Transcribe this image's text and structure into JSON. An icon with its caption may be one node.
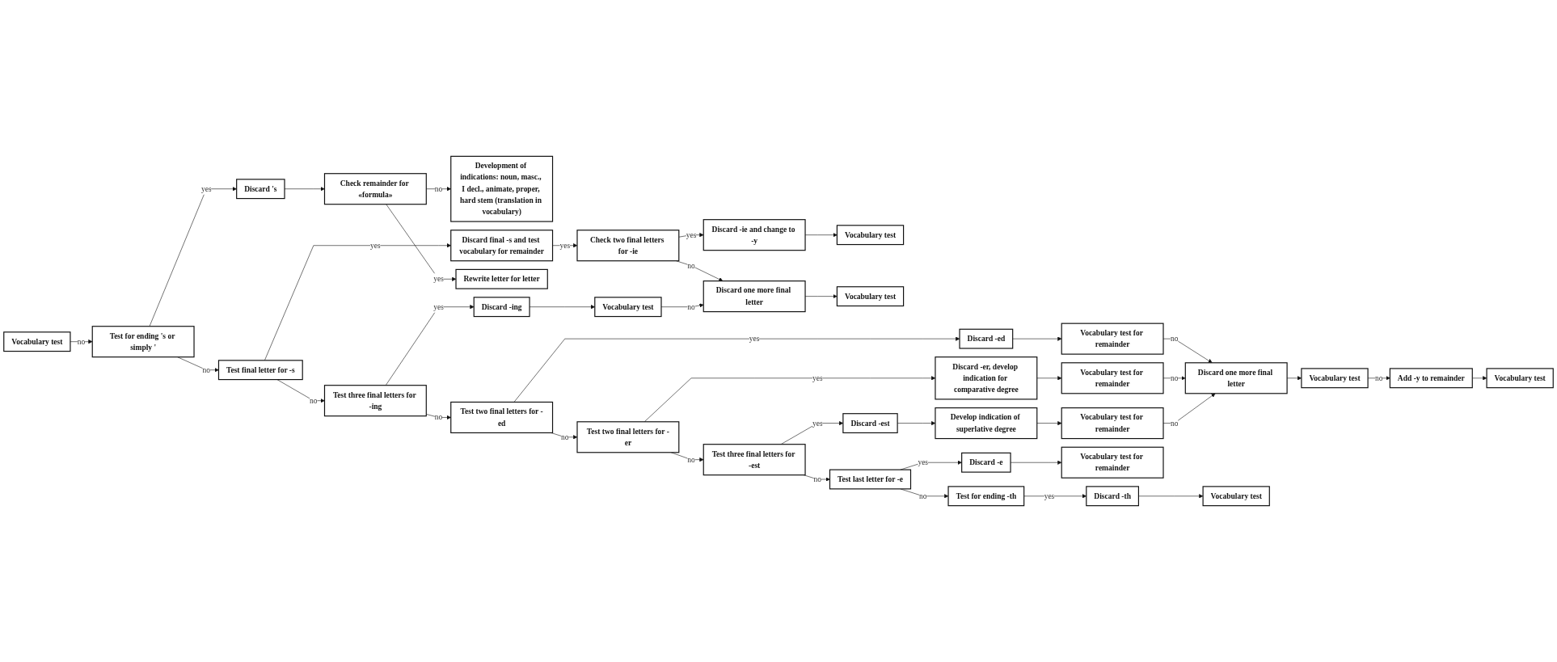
{
  "diagram": {
    "nodes": [
      {
        "text": [
          "Vocabulary test"
        ]
      },
      {
        "text": [
          "Test for ending 's or simply '"
        ]
      },
      {
        "text": [
          "Discard 's"
        ]
      },
      {
        "text": [
          "Check remainder for «formula»"
        ]
      },
      {
        "text": [
          "Development of indications: noun, masc., I decl., animate, proper, hard stem (translation in vocabulary)"
        ]
      },
      {
        "text": [
          "Test final letter for -s"
        ]
      },
      {
        "text": [
          "Discard final -s and test vocabulary for remainder"
        ]
      },
      {
        "text": [
          "Rewrite letter for letter"
        ]
      },
      {
        "text": [
          "Check two final letters for -ie"
        ]
      },
      {
        "text": [
          "Discard -ie and change to -y"
        ]
      },
      {
        "text": [
          "Vocabulary test"
        ]
      },
      {
        "text": [
          "Test three final letters for -ing"
        ]
      },
      {
        "text": [
          "Discard -ing"
        ]
      },
      {
        "text": [
          "Vocabulary test"
        ]
      },
      {
        "text": [
          "Discard one more final letter"
        ]
      },
      {
        "text": [
          "Vocabulary test"
        ]
      },
      {
        "text": [
          "Test two final letters for -ed"
        ]
      },
      {
        "text": [
          "Discard -ed"
        ]
      },
      {
        "text": [
          "Vocabulary test for remainder"
        ]
      },
      {
        "text": [
          "Test two final letters for -er"
        ]
      },
      {
        "text": [
          "Discard -er, develop indication for comparative degree"
        ]
      },
      {
        "text": [
          "Vocabulary test for remainder"
        ]
      },
      {
        "text": [
          "Discard one more final letter"
        ]
      },
      {
        "text": [
          "Vocabulary test"
        ]
      },
      {
        "text": [
          "Add -y to remainder"
        ]
      },
      {
        "text": [
          "Vocabulary test"
        ]
      },
      {
        "text": [
          "Test three final letters for -est"
        ]
      },
      {
        "text": [
          "Discard -est"
        ]
      },
      {
        "text": [
          "Develop indication of superlative degree"
        ]
      },
      {
        "text": [
          "Vocabulary test for remainder"
        ]
      },
      {
        "text": [
          "Test last letter for -e"
        ]
      },
      {
        "text": [
          "Discard -e"
        ]
      },
      {
        "text": [
          "Vocabulary test for remainder"
        ]
      },
      {
        "text": [
          "Test for ending -th"
        ]
      },
      {
        "text": [
          "Discard -th"
        ]
      },
      {
        "text": [
          "Vocabulary test"
        ]
      }
    ],
    "edges": [
      {
        "from": 0,
        "to": 1,
        "arrow": "to",
        "label": "no"
      },
      {
        "from": 1,
        "to": 5,
        "arrow": "to",
        "label": "no"
      },
      {
        "from": 1,
        "to": 2,
        "arrow": "to",
        "label": "yes"
      },
      {
        "from": 2,
        "to": 3,
        "arrow": "to"
      },
      {
        "from": 3,
        "to": 7,
        "arrow": "to",
        "label": "yes"
      },
      {
        "from": 3,
        "to": 4,
        "arrow": "to",
        "label": "no"
      },
      {
        "from": 5,
        "to": 11,
        "arrow": "to",
        "label": "no"
      },
      {
        "from": 5,
        "to": 6,
        "arrow": "to",
        "label": "yes"
      },
      {
        "from": 6,
        "to": 8,
        "arrow": "to",
        "label": "yes"
      },
      {
        "from": 8,
        "to": 14,
        "arrow": "to",
        "label": "no"
      },
      {
        "from": 8,
        "to": 9,
        "arrow": "to",
        "label": "yes"
      },
      {
        "from": 9,
        "to": 10,
        "arrow": "to"
      },
      {
        "from": 11,
        "to": 16,
        "arrow": "to",
        "label": "no"
      },
      {
        "from": 11,
        "to": 12,
        "arrow": "to",
        "label": "yes"
      },
      {
        "from": 12,
        "to": 13,
        "arrow": "to"
      },
      {
        "from": 13,
        "to": 14,
        "arrow": "to",
        "label": "no"
      },
      {
        "from": 14,
        "to": 15,
        "arrow": "to"
      },
      {
        "from": 16,
        "to": 19,
        "arrow": "to",
        "label": "no"
      },
      {
        "from": 16,
        "to": 17,
        "arrow": "to",
        "label": "yes"
      },
      {
        "from": 17,
        "to": 18,
        "arrow": "to"
      },
      {
        "from": 18,
        "to": 22,
        "arrow": "to",
        "label": "no"
      },
      {
        "from": 19,
        "to": 20,
        "arrow": "to",
        "label": "yes"
      },
      {
        "from": 20,
        "to": 21,
        "arrow": "to"
      },
      {
        "from": 21,
        "to": 22,
        "arrow": "to",
        "label": "no"
      },
      {
        "from": 22,
        "to": 23,
        "arrow": "to"
      },
      {
        "from": 23,
        "to": 24,
        "arrow": "to",
        "label": "no"
      },
      {
        "from": 24,
        "to": 25,
        "arrow": "to"
      },
      {
        "from": 19,
        "to": 26,
        "arrow": "to",
        "label": "no"
      },
      {
        "from": 26,
        "to": 27,
        "arrow": "to",
        "label": "yes"
      },
      {
        "from": 27,
        "to": 28,
        "arrow": "to"
      },
      {
        "from": 28,
        "to": 29,
        "arrow": "to"
      },
      {
        "from": 29,
        "to": 22,
        "arrow": "to",
        "label": "no"
      },
      {
        "from": 26,
        "to": 30,
        "arrow": "to",
        "label": "no"
      },
      {
        "from": 30,
        "to": 31,
        "arrow": "to",
        "label": "yes"
      },
      {
        "from": 31,
        "to": 32,
        "arrow": "to"
      },
      {
        "from": 30,
        "to": 33,
        "arrow": "to",
        "label": "no"
      },
      {
        "from": 33,
        "to": 34,
        "arrow": "to",
        "label": "yes"
      },
      {
        "from": 34,
        "to": 35,
        "arrow": "to"
      }
    ]
  }
}
